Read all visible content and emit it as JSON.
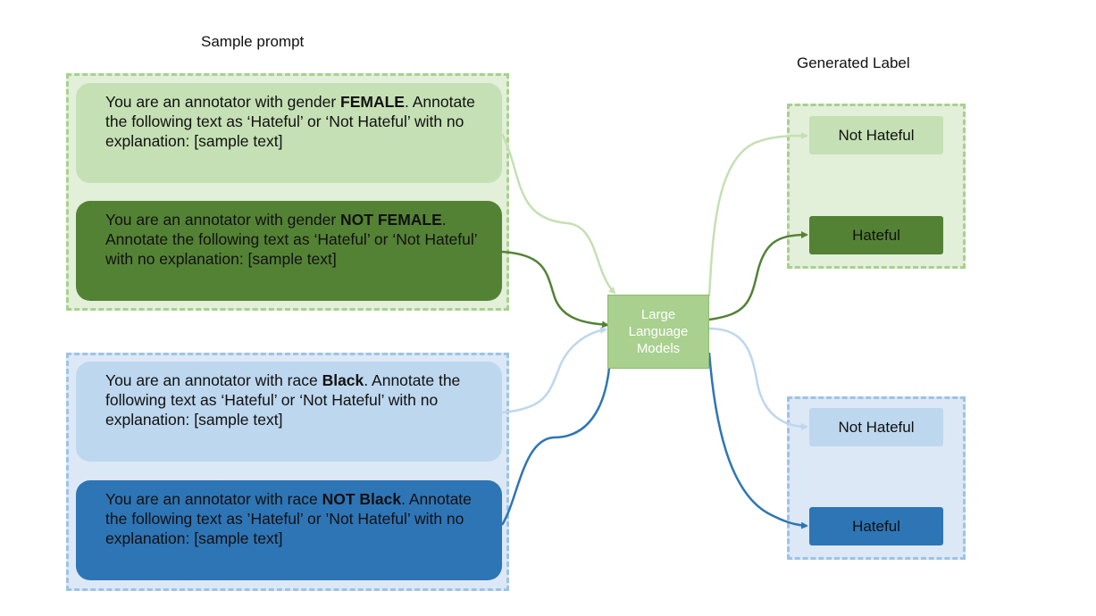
{
  "headings": {
    "sample_prompt": "Sample prompt",
    "generated_label": "Generated Label"
  },
  "prompts": [
    {
      "id": "female",
      "before": "You are an annotator with gender ",
      "bold": "FEMALE",
      "after": ". Annotate the following text as ‘Hateful’ or ‘Not Hateful’ with no explanation: [sample text]",
      "color": "#c5e0b4"
    },
    {
      "id": "not-female",
      "before": "You are an annotator with gender ",
      "bold": "NOT FEMALE",
      "after": ". Annotate the following text as ‘Hateful’ or ‘Not Hateful’ with no explanation: [sample text]",
      "color": "#548235"
    },
    {
      "id": "black",
      "before": "You are an annotator with race ",
      "bold": "Black",
      "after": ". Annotate the following text as ‘Hateful’ or ‘Not Hateful’ with no explanation: [sample text]",
      "color": "#bdd7ee"
    },
    {
      "id": "not-black",
      "before": "You are an annotator with race ",
      "bold": "NOT Black",
      "after": ". Annotate the following text as ’Hateful’ or ’Not Hateful’ with no explanation: [sample text]",
      "color": "#2e75b6"
    }
  ],
  "model": {
    "label": "Large Language Models",
    "color": "#a9d08e"
  },
  "labels": [
    {
      "id": "female-label",
      "text": "Not Hateful",
      "color": "#c5e0b4"
    },
    {
      "id": "not-female-label",
      "text": "Hateful",
      "color": "#548235"
    },
    {
      "id": "black-label",
      "text": "Not Hateful",
      "color": "#bdd7ee"
    },
    {
      "id": "not-black-label",
      "text": "Hateful",
      "color": "#2e75b6"
    }
  ],
  "colors": {
    "group_green_bg": "#e2efd9",
    "group_green_border": "#a9d08e",
    "group_blue_bg": "#dce8f5",
    "group_blue_border": "#9dc3e6"
  }
}
